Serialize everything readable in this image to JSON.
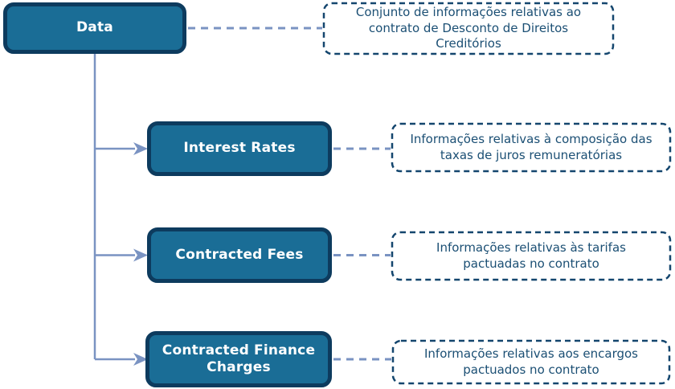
{
  "diagram": {
    "root": {
      "label": "Data",
      "note": "Conjunto de informações relativas ao contrato de Desconto de Direitos Creditórios"
    },
    "children": [
      {
        "label": "Interest Rates",
        "note": "Informações relativas à composição das taxas de juros remuneratórias"
      },
      {
        "label": "Contracted Fees",
        "note": "Informações relativas às tarifas pactuadas no contrato"
      },
      {
        "label": "Contracted Finance Charges",
        "note": "Informações relativas aos encargos pactuados no contrato"
      }
    ],
    "colors": {
      "node_fill": "#1A6D96",
      "node_border": "#0D3B5E",
      "node_text": "#FFFFFF",
      "note_border": "#14466E",
      "note_text": "#1B4F74",
      "connector": "#7A93C2",
      "background": "#FFFFFF"
    }
  }
}
